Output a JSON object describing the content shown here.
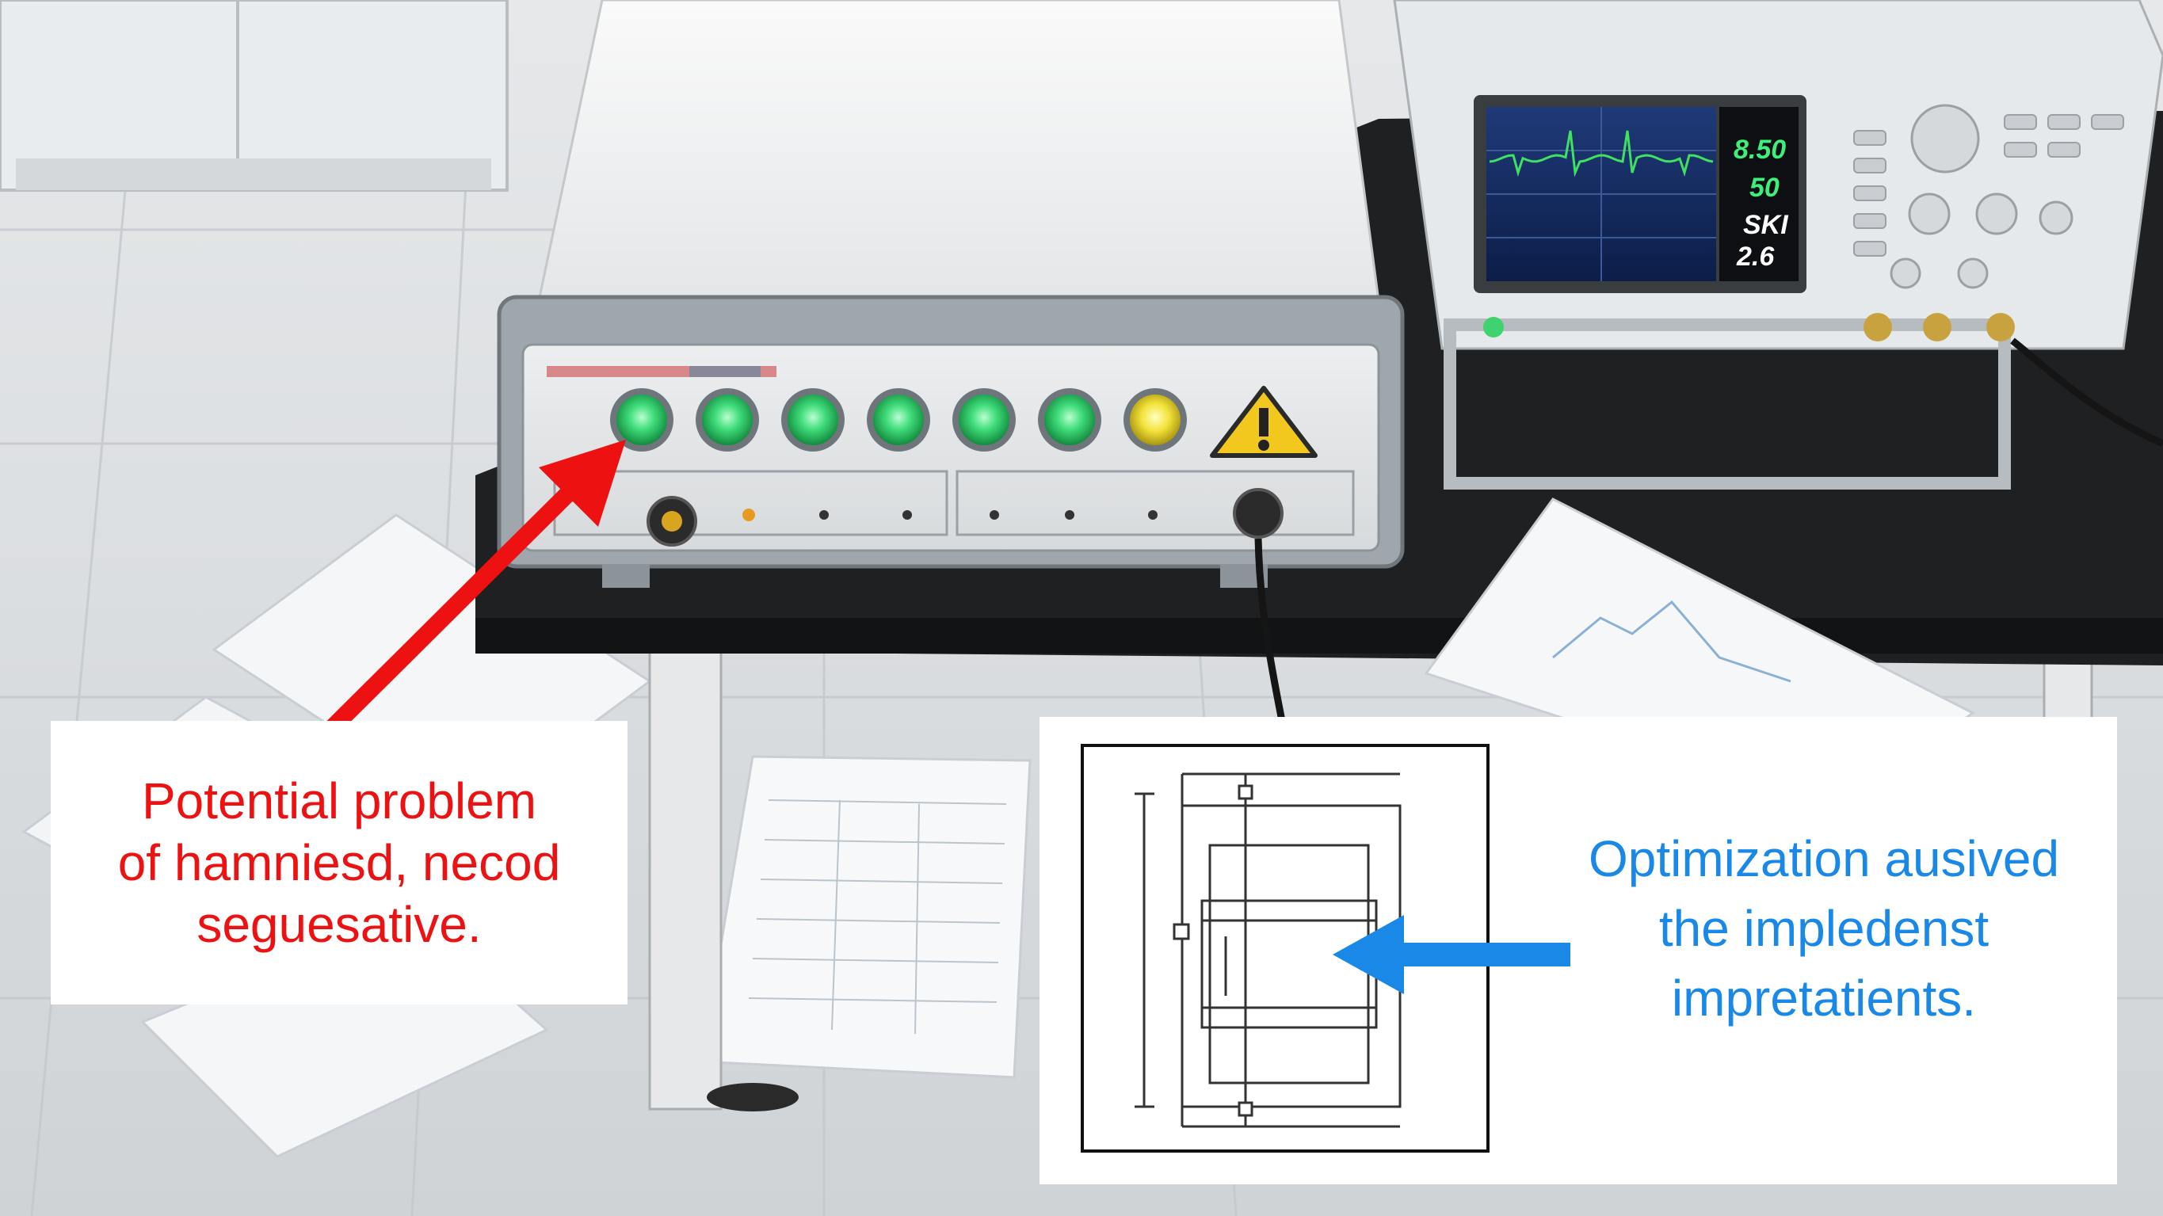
{
  "callouts": {
    "left": {
      "lines": [
        "Potential  problem",
        "of hamniesd, necod",
        "seguesative."
      ],
      "color": "#ee1111"
    },
    "right": {
      "lines": [
        "Optimization ausived",
        "the impledenst",
        "impretatients."
      ],
      "color": "#1a88e6"
    }
  },
  "scope": {
    "readouts": [
      "8.50",
      "50",
      "SKI",
      "2.6"
    ],
    "trace_color": "#40e060"
  },
  "device": {
    "indicator_lights": [
      "green",
      "green",
      "green",
      "green",
      "green",
      "green",
      "yellow"
    ],
    "warning_icon": "warning-triangle-icon"
  },
  "arrows": {
    "left_color": "#ee1111",
    "right_color": "#1a88e6"
  }
}
